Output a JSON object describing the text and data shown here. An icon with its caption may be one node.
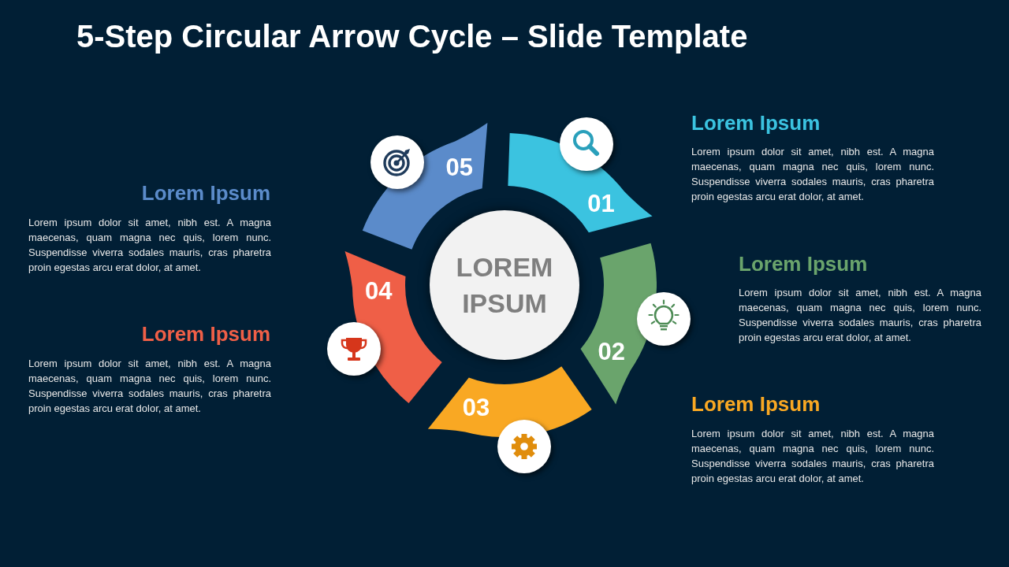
{
  "diagram": {
    "title": "5-Step Circular Arrow Cycle – Slide Template",
    "nodes": [
      {
        "text": [
          "LOREM IPSUM"
        ]
      },
      {
        "text": [
          "01"
        ]
      },
      {
        "text": [
          "02"
        ]
      },
      {
        "text": [
          "03"
        ]
      },
      {
        "text": [
          "04"
        ]
      },
      {
        "text": [
          "05"
        ]
      }
    ],
    "labels": [
      "Lorem Ipsum",
      "Lorem ipsum dolor sit amet, nibh est. A magna maecenas, quam magna nec quis, lorem nunc. Suspendisse viverra sodales mauris, cras pharetra proin egestas arcu erat dolor, at amet.",
      "Lorem Ipsum",
      "Lorem ipsum dolor sit amet, nibh est. A magna maecenas, quam magna nec quis, lorem nunc. Suspendisse viverra sodales mauris, cras pharetra proin egestas arcu erat dolor, at amet.",
      "Lorem Ipsum",
      "Lorem ipsum dolor sit amet, nibh est. A magna maecenas, quam magna nec quis, lorem nunc. Suspendisse viverra sodales mauris, cras pharetra proin egestas arcu erat dolor, at amet.",
      "Lorem Ipsum",
      "Lorem ipsum dolor sit amet, nibh est. A magna maecenas, quam magna nec quis, lorem nunc. Suspendisse viverra sodales mauris, cras pharetra proin egestas arcu erat dolor, at amet.",
      "Lorem Ipsum",
      "Lorem ipsum dolor sit amet, nibh est. A magna maecenas, quam magna nec quis, lorem nunc. Suspendisse viverra sodales mauris, cras pharetra proin egestas arcu erat dolor, at amet."
    ]
  }
}
